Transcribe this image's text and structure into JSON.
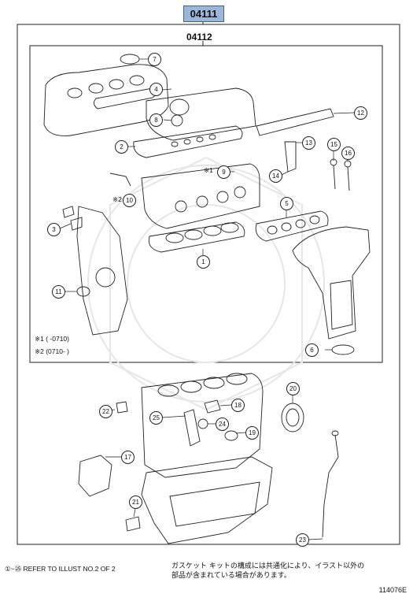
{
  "header": {
    "assembly_number": "04111",
    "sub_assembly_number": "04112"
  },
  "callouts": {
    "c1": "1",
    "c2": "2",
    "c3": "3",
    "c4": "4",
    "c5": "5",
    "c6": "6",
    "c7": "7",
    "c8": "8",
    "c9": "9",
    "c10": "10",
    "c11": "11",
    "c12": "12",
    "c13": "13",
    "c14": "14",
    "c15": "15",
    "c16": "16",
    "c17": "17",
    "c18": "18",
    "c19": "19",
    "c20": "20",
    "c21": "21",
    "c22": "22",
    "c23": "23",
    "c24": "24",
    "c25": "25"
  },
  "marks": {
    "mark1_9": "※1",
    "mark2_10": "※2"
  },
  "notes": {
    "note1": "※1 (      -0710)",
    "note2": "※2 (0710-      )"
  },
  "footer": {
    "refer_note": "①~㉕ REFER TO ILLUST NO.2 OF 2",
    "jp_line1": "ガスケット キットの構成には共通化により、イラスト以外の",
    "jp_line2": "部品が含まれている場合があります。",
    "illustration_code": "114076E"
  }
}
